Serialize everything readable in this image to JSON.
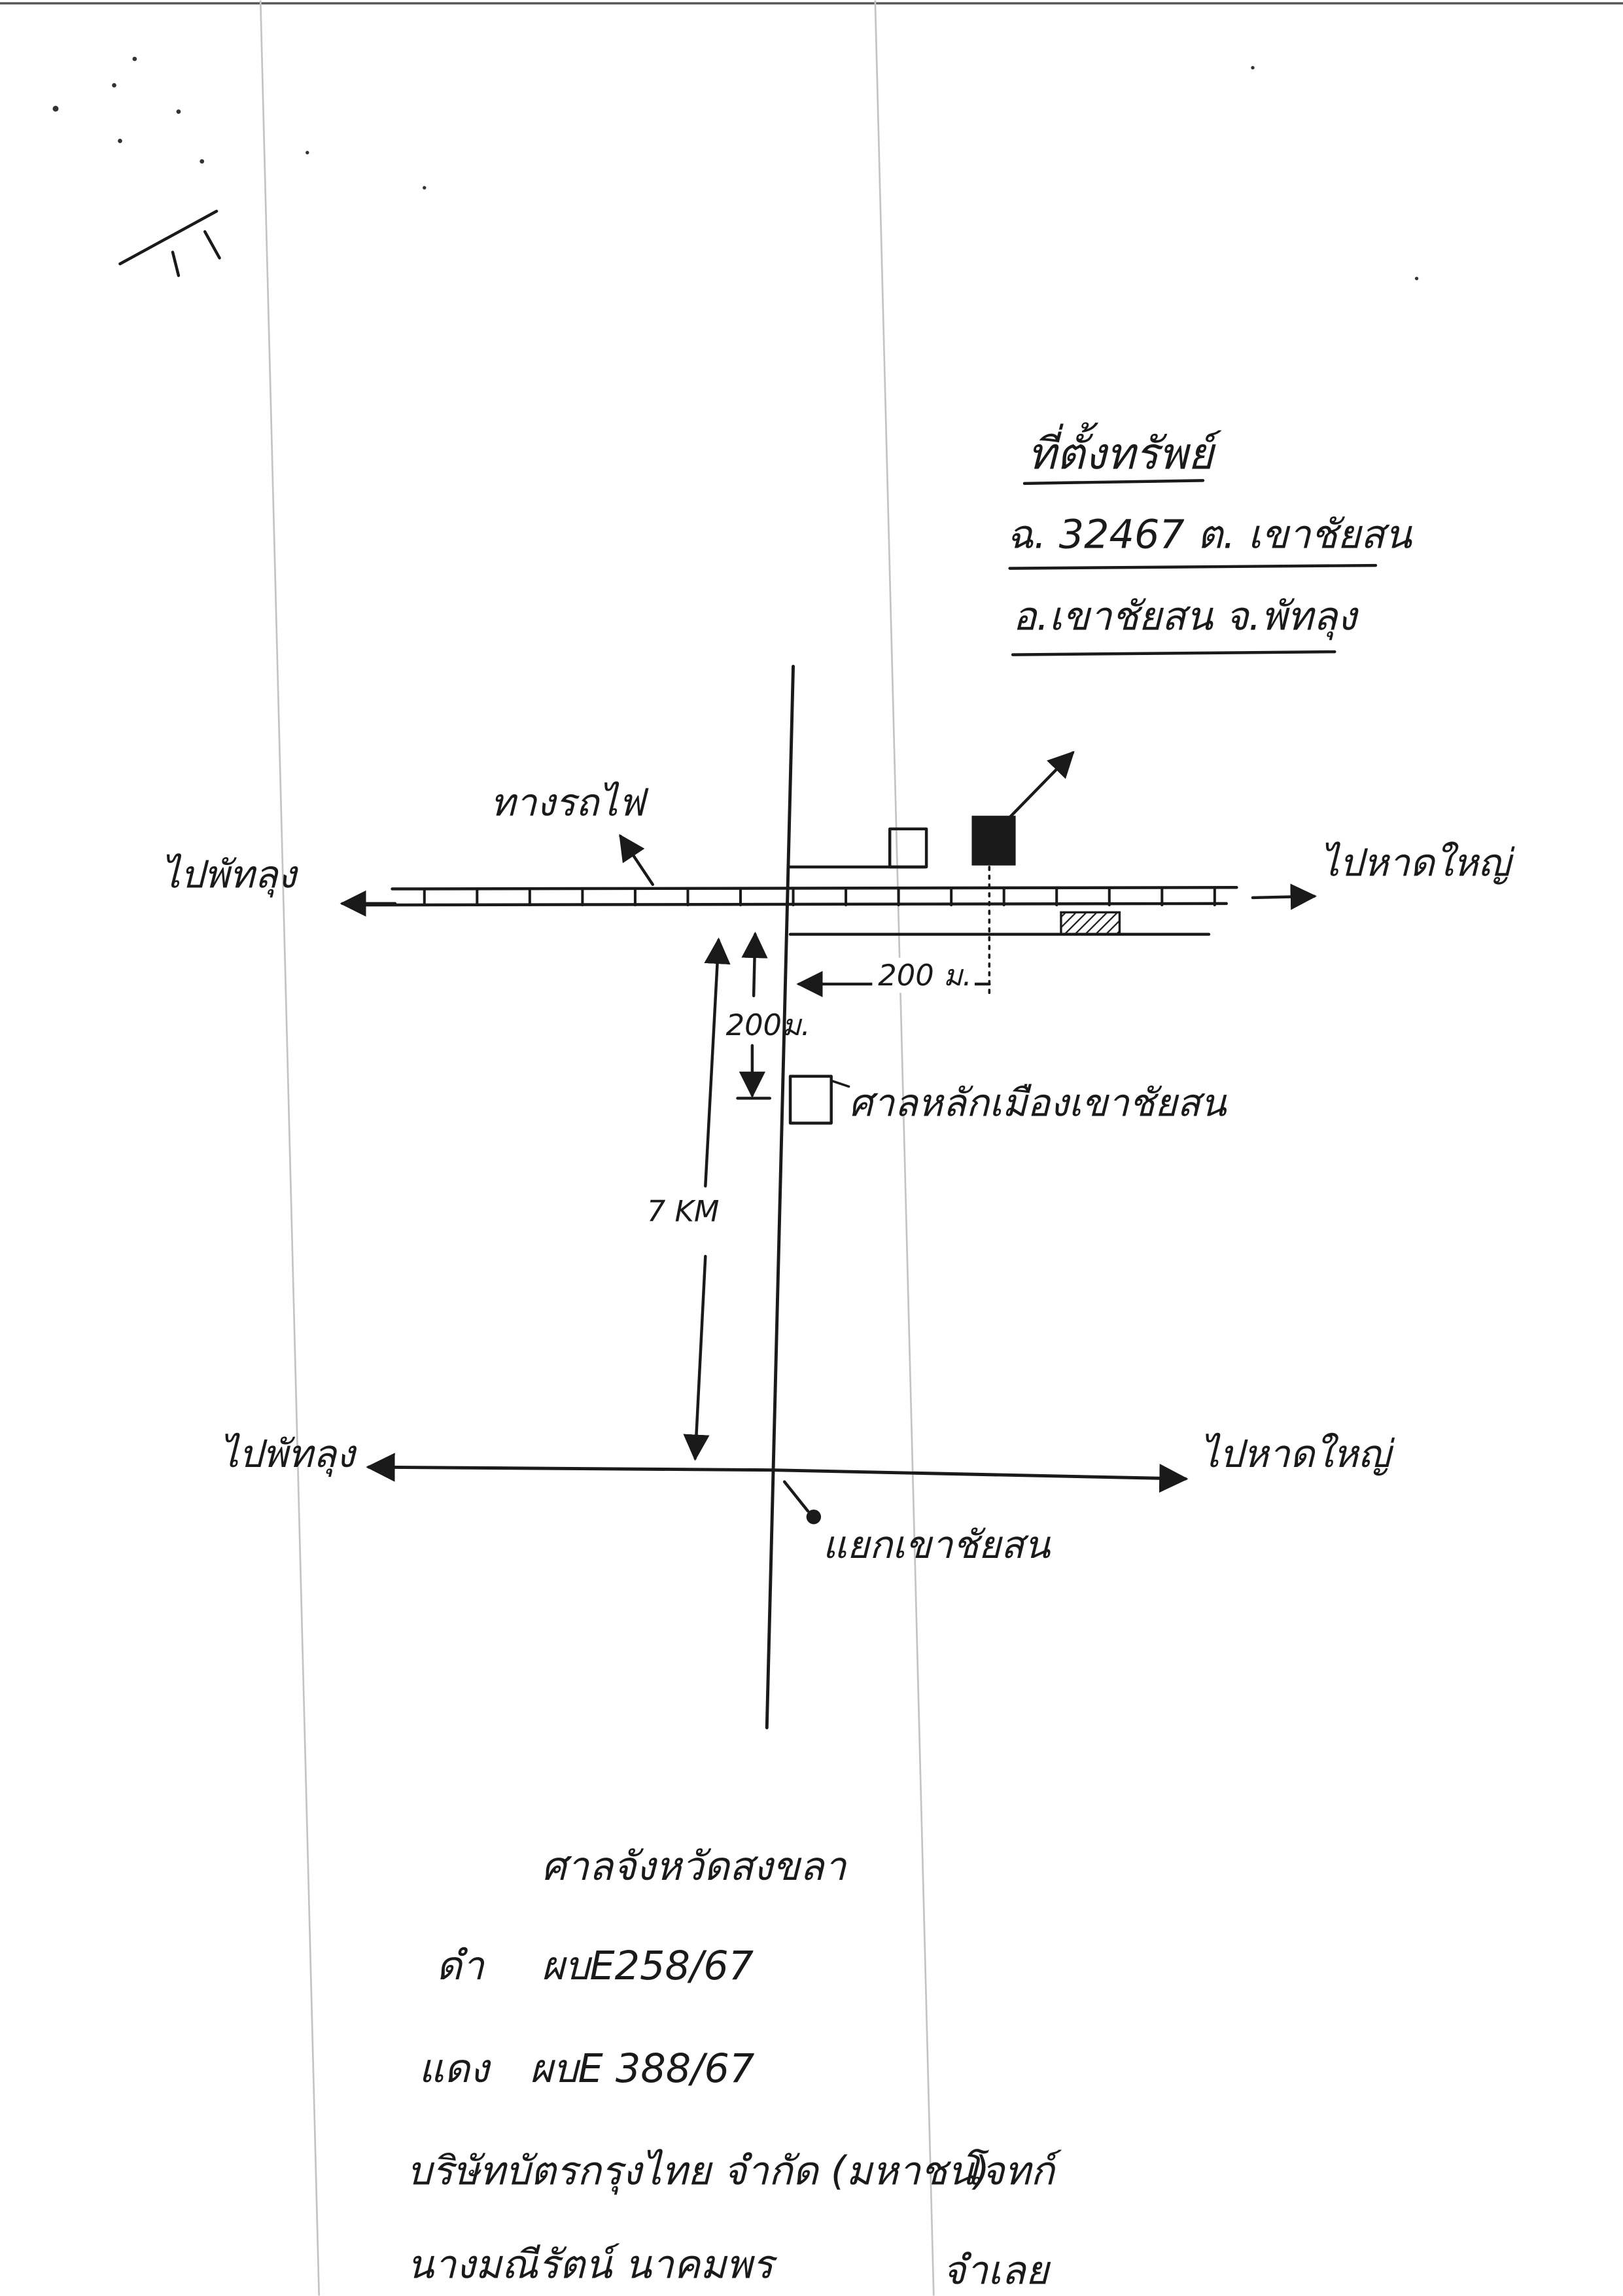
{
  "header": {
    "title": "ที่ตั้งทรัพย์",
    "deed_line": "ฉ. 32467 ต. เขาชัยสน",
    "district_line": "อ.เขาชัยสน จ.พัทลุง"
  },
  "map": {
    "railway_label": "ทางรถไฟ",
    "to_phatthalung": "ไปพัทลุง",
    "to_hatyai": "ไปหาดใหญ่",
    "distance_horizontal": "200 ม.",
    "distance_vertical": "200ม.",
    "distance_junction": "7 KM",
    "landmark": "ศาลหลักเมืองเขาชัยสน",
    "junction": "แยกเขาชัยสน"
  },
  "case": {
    "court": "ศาลจังหวัดสงขลา",
    "black_label": "ดำ",
    "black_no": "ผบE258/67",
    "red_label": "แดง",
    "red_no": "ผบE 388/67",
    "plaintiff": "บริษัทบัตรกรุงไทย จำกัด (มหาชน)",
    "plaintiff_role": "โจทก์",
    "defendant": "นางมณีรัตน์ นาคมพร",
    "defendant_role": "จำเลย"
  },
  "colors": {
    "ink": "#1a1a1a",
    "paper": "#ffffff",
    "fold_line": "#c4c4c4"
  }
}
